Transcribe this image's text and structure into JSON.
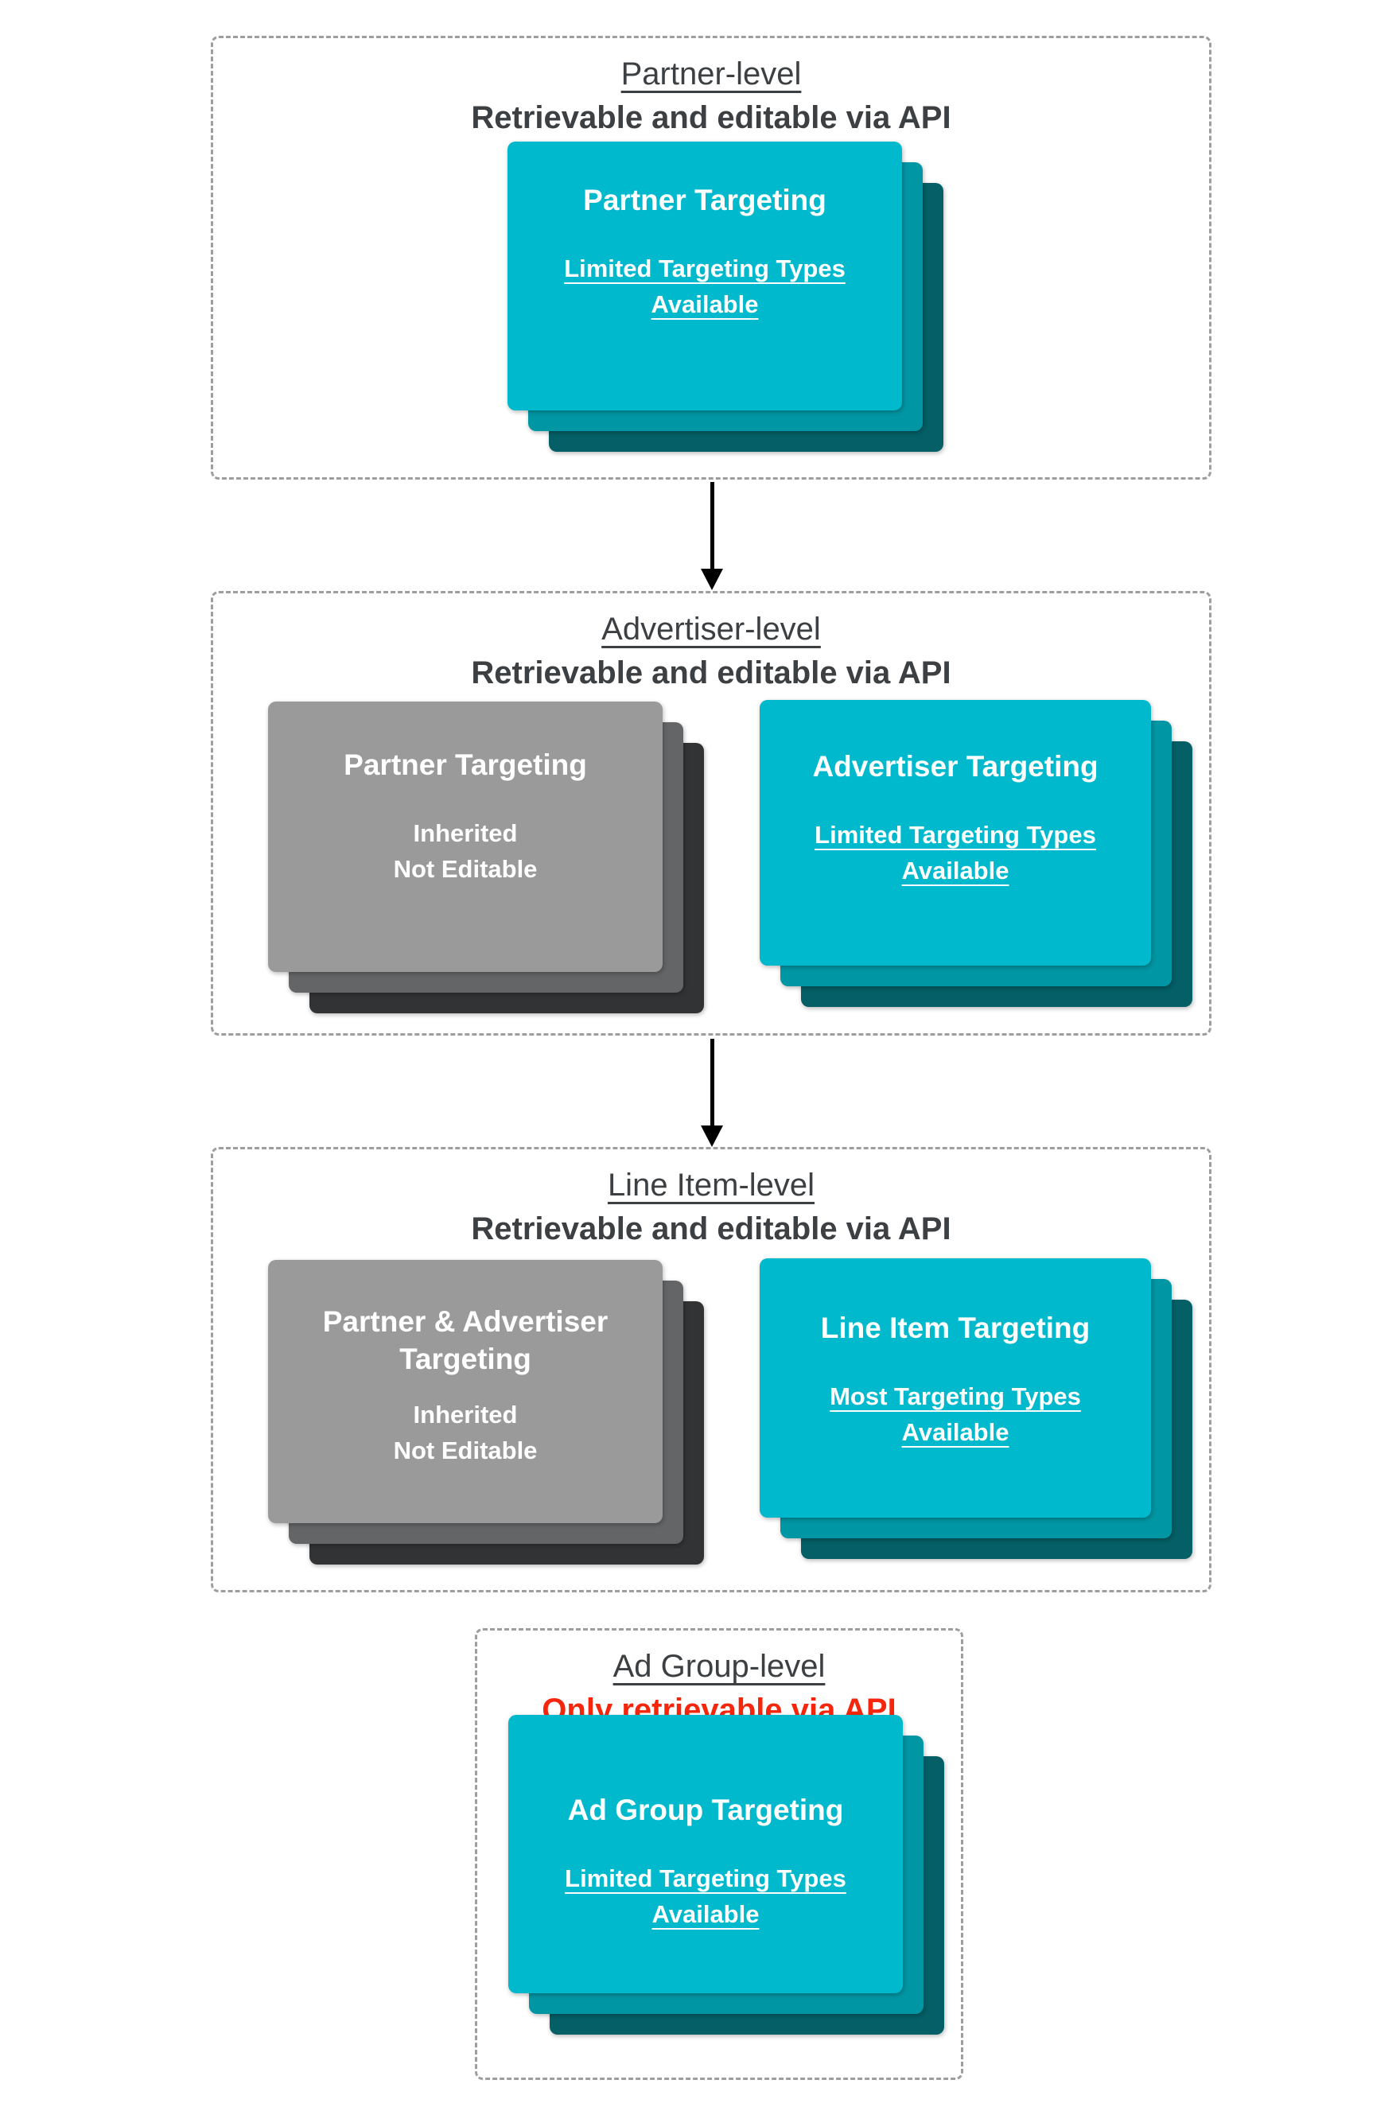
{
  "diagram": {
    "sections": [
      {
        "title": "Partner-level",
        "subtitle": "Retrievable and editable via API",
        "cards": [
          {
            "title": "Partner Targeting",
            "sub_line1": "Limited Targeting Types",
            "sub_line2": "Available"
          }
        ]
      },
      {
        "title": "Advertiser-level",
        "subtitle": "Retrievable and editable via API",
        "cards": [
          {
            "title": "Partner Targeting",
            "sub_line1": "Inherited",
            "sub_line2": "Not Editable"
          },
          {
            "title": "Advertiser Targeting",
            "sub_line1": "Limited Targeting Types",
            "sub_line2": "Available"
          }
        ]
      },
      {
        "title": "Line Item-level",
        "subtitle": "Retrievable and editable via API",
        "cards": [
          {
            "title": "Partner & Advertiser Targeting",
            "sub_line1": "Inherited",
            "sub_line2": "Not Editable"
          },
          {
            "title": "Line Item Targeting",
            "sub_line1": "Most Targeting Types",
            "sub_line2": "Available"
          }
        ]
      },
      {
        "title": "Ad Group-level",
        "subtitle": "Only retrievable via API",
        "cards": [
          {
            "title": "Ad Group Targeting",
            "sub_line1": "Limited Targeting Types",
            "sub_line2": "Available"
          }
        ]
      }
    ],
    "colors": {
      "cyan_card": "#00b9cc",
      "cyan_shadow_mid": "#0096a3",
      "cyan_shadow_dark": "#045f66",
      "gray_card": "#9a9a9a",
      "gray_shadow_mid": "#636567",
      "gray_shadow_dark": "#323335",
      "heading_text": "#3c4043",
      "alert_text": "#f5260c",
      "card_text": "#ffffff",
      "dashed_border": "#9e9e9e",
      "arrow": "#000000"
    }
  }
}
